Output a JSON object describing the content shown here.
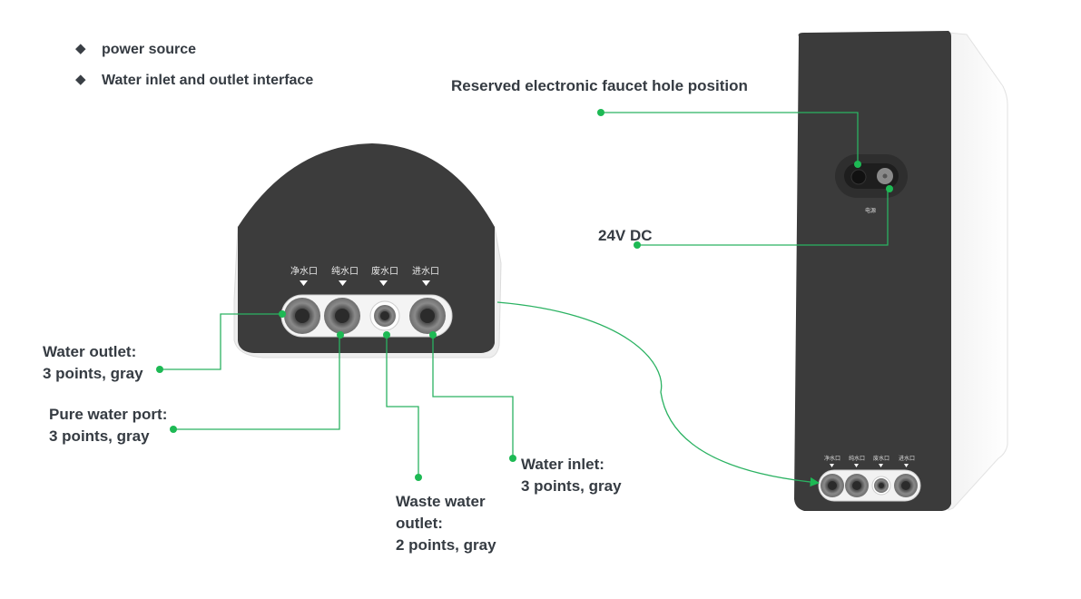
{
  "bullets": [
    {
      "icon": "diamond-bullet-icon",
      "label": "power source"
    },
    {
      "icon": "diamond-bullet-icon",
      "label": "Water inlet and outlet interface"
    }
  ],
  "callouts": {
    "faucet_hole": "Reserved electronic faucet hole position",
    "power": "24V DC",
    "water_outlet": {
      "line1": "Water outlet:",
      "line2": "3 points, gray"
    },
    "pure_water": {
      "line1": "Pure water port:",
      "line2": "3 points, gray"
    },
    "waste_water": {
      "line1": "Waste water",
      "line2": "outlet:",
      "line3": "2 points, gray"
    },
    "water_inlet": {
      "line1": "Water inlet:",
      "line2": "3 points, gray"
    }
  },
  "device_port_labels": [
    "净水口",
    "纯水口",
    "废水口",
    "进水口"
  ],
  "device_power_label": "电源",
  "colors": {
    "accent_green": "#1db954",
    "line_green": "#2bb262",
    "device_dark": "#3b3b3b",
    "device_white": "#f7f7f7",
    "text": "#353b42"
  }
}
